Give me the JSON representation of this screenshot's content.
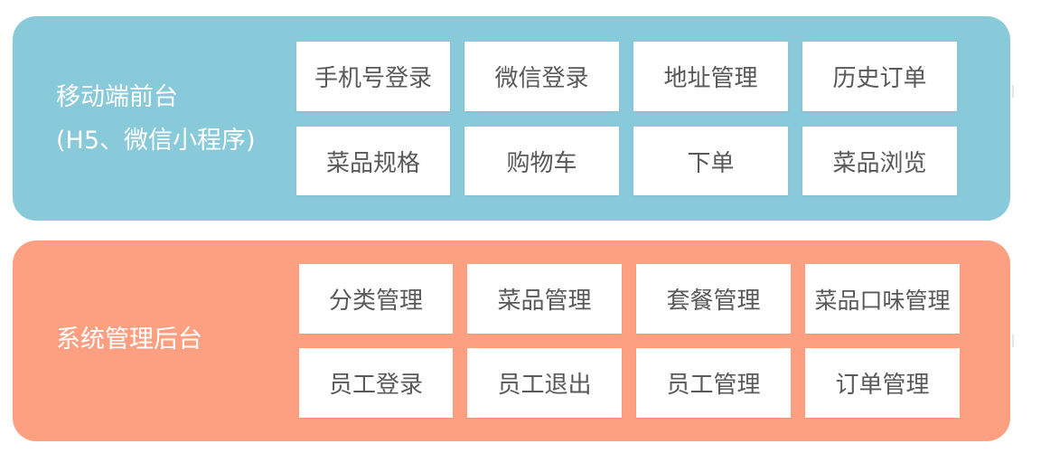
{
  "front": {
    "label_line1": "移动端前台",
    "label_line2": "(H5、微信小程序)",
    "items": [
      "手机号登录",
      "微信登录",
      "地址管理",
      "历史订单",
      "菜品规格",
      "购物车",
      "下单",
      "菜品浏览"
    ]
  },
  "back": {
    "label": "系统管理后台",
    "items": [
      "分类管理",
      "菜品管理",
      "套餐管理",
      "菜品口味管理",
      "员工登录",
      "员工退出",
      "员工管理",
      "订单管理"
    ]
  },
  "colors": {
    "front_panel": "#88c9da",
    "back_panel": "#fca081",
    "box": "#ffffff",
    "box_text": "#595959"
  }
}
